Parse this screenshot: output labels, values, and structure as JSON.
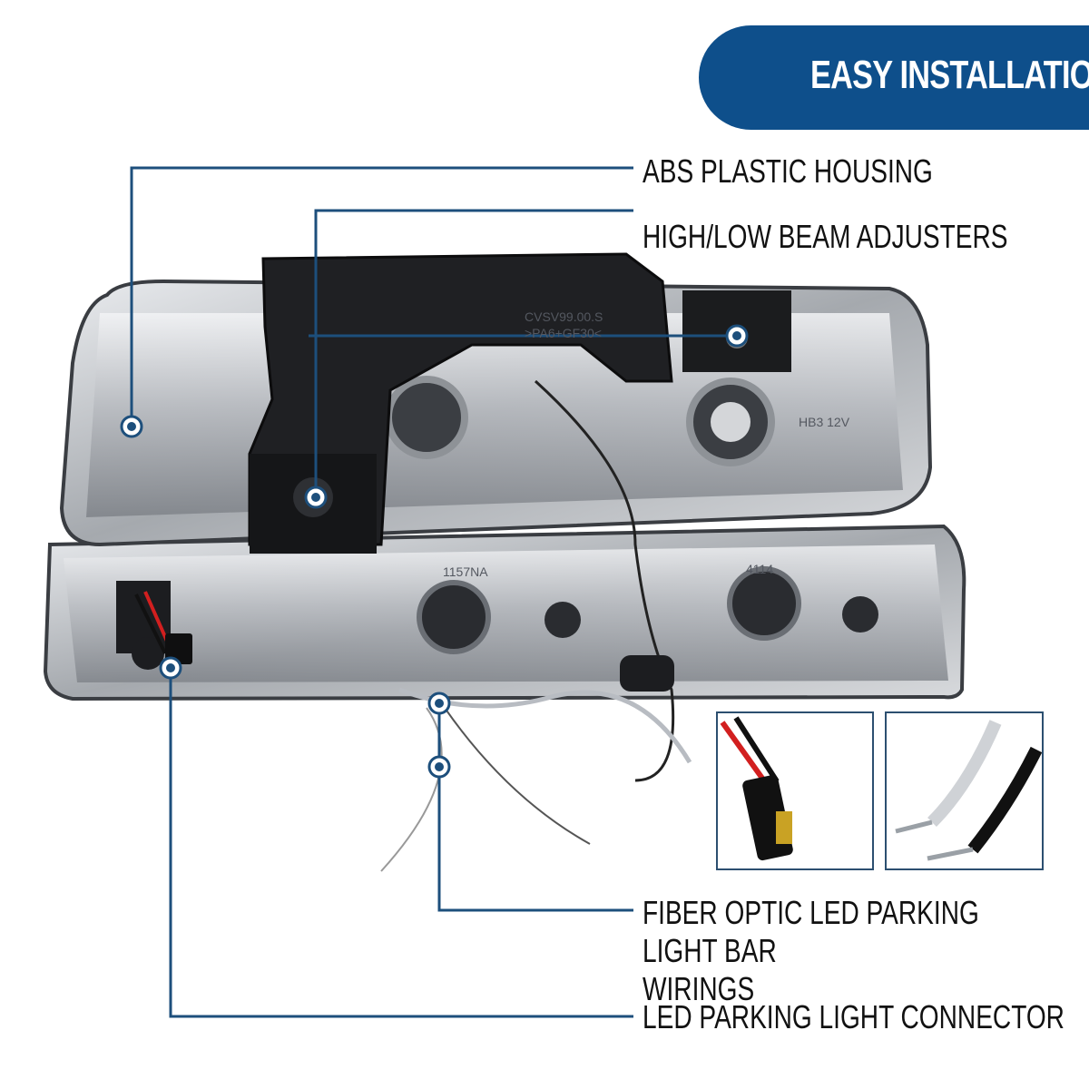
{
  "banner": {
    "title": "EASY INSTALLATION"
  },
  "callouts": {
    "housing": "ABS PLASTIC HOUSING",
    "adjusters": "HIGH/LOW BEAM ADJUSTERS",
    "wirings": "FIBER OPTIC LED PARKING LIGHT BAR\nWIRINGS",
    "connector": "LED PARKING LIGHT CONNECTOR"
  },
  "colors": {
    "banner": "#0e4f8b",
    "leader_line": "#1d4f7c",
    "marker": "#1d4f7c"
  },
  "product_marks": {
    "mark1": "CVSV99.00.S",
    "mark2": ">PA6+GF30<",
    "mark3": "HB3 12V",
    "mark4": "1157NA",
    "mark5": "4114"
  }
}
